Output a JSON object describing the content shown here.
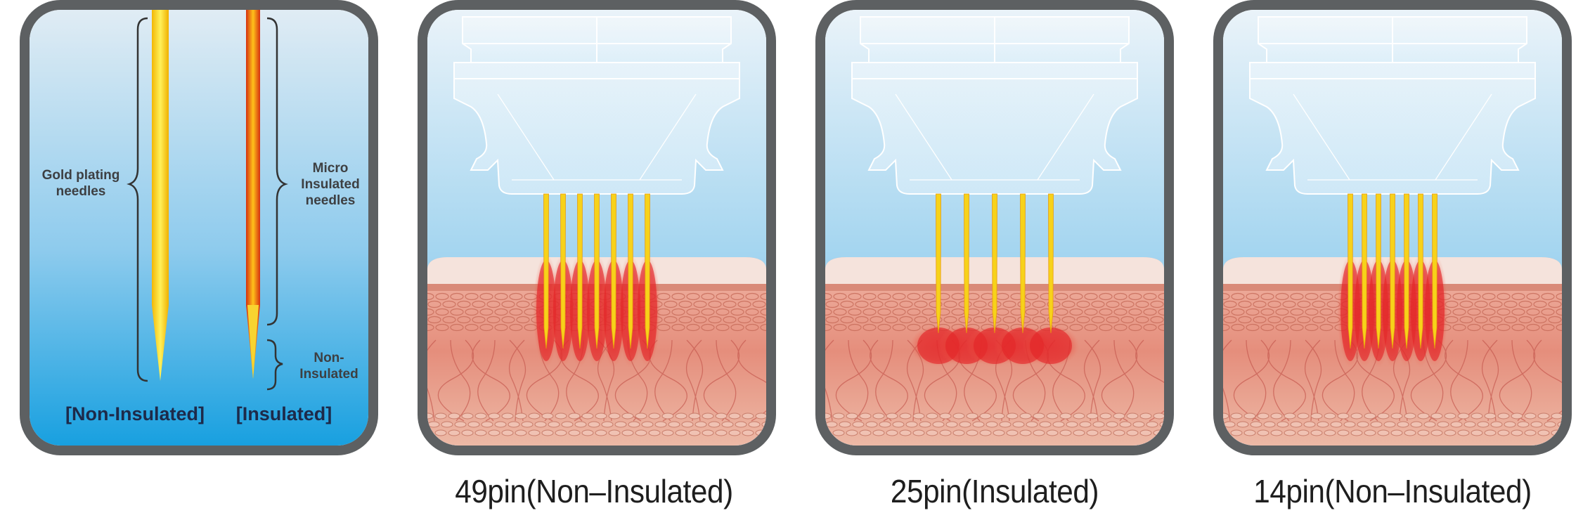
{
  "legend_panel": {
    "gold_label": "Gold plating needles",
    "micro_label": "Micro Insulated needles",
    "non_label": "Non-Insulated",
    "left_caption": "[Non-Insulated]",
    "right_caption": "[Insulated]"
  },
  "tips": [
    {
      "caption": "49pin(Non–Insulated)"
    },
    {
      "caption": "25pin(Insulated)"
    },
    {
      "caption": "14pin(Non–Insulated)"
    }
  ],
  "colors": {
    "frame": "#5d6062",
    "background_top": "#dbe9f2",
    "background_bottom": "#1aa3e2",
    "needle_gold": "#f6d21c",
    "needle_insulated": "#e0461a",
    "skin": "#e79a88"
  }
}
